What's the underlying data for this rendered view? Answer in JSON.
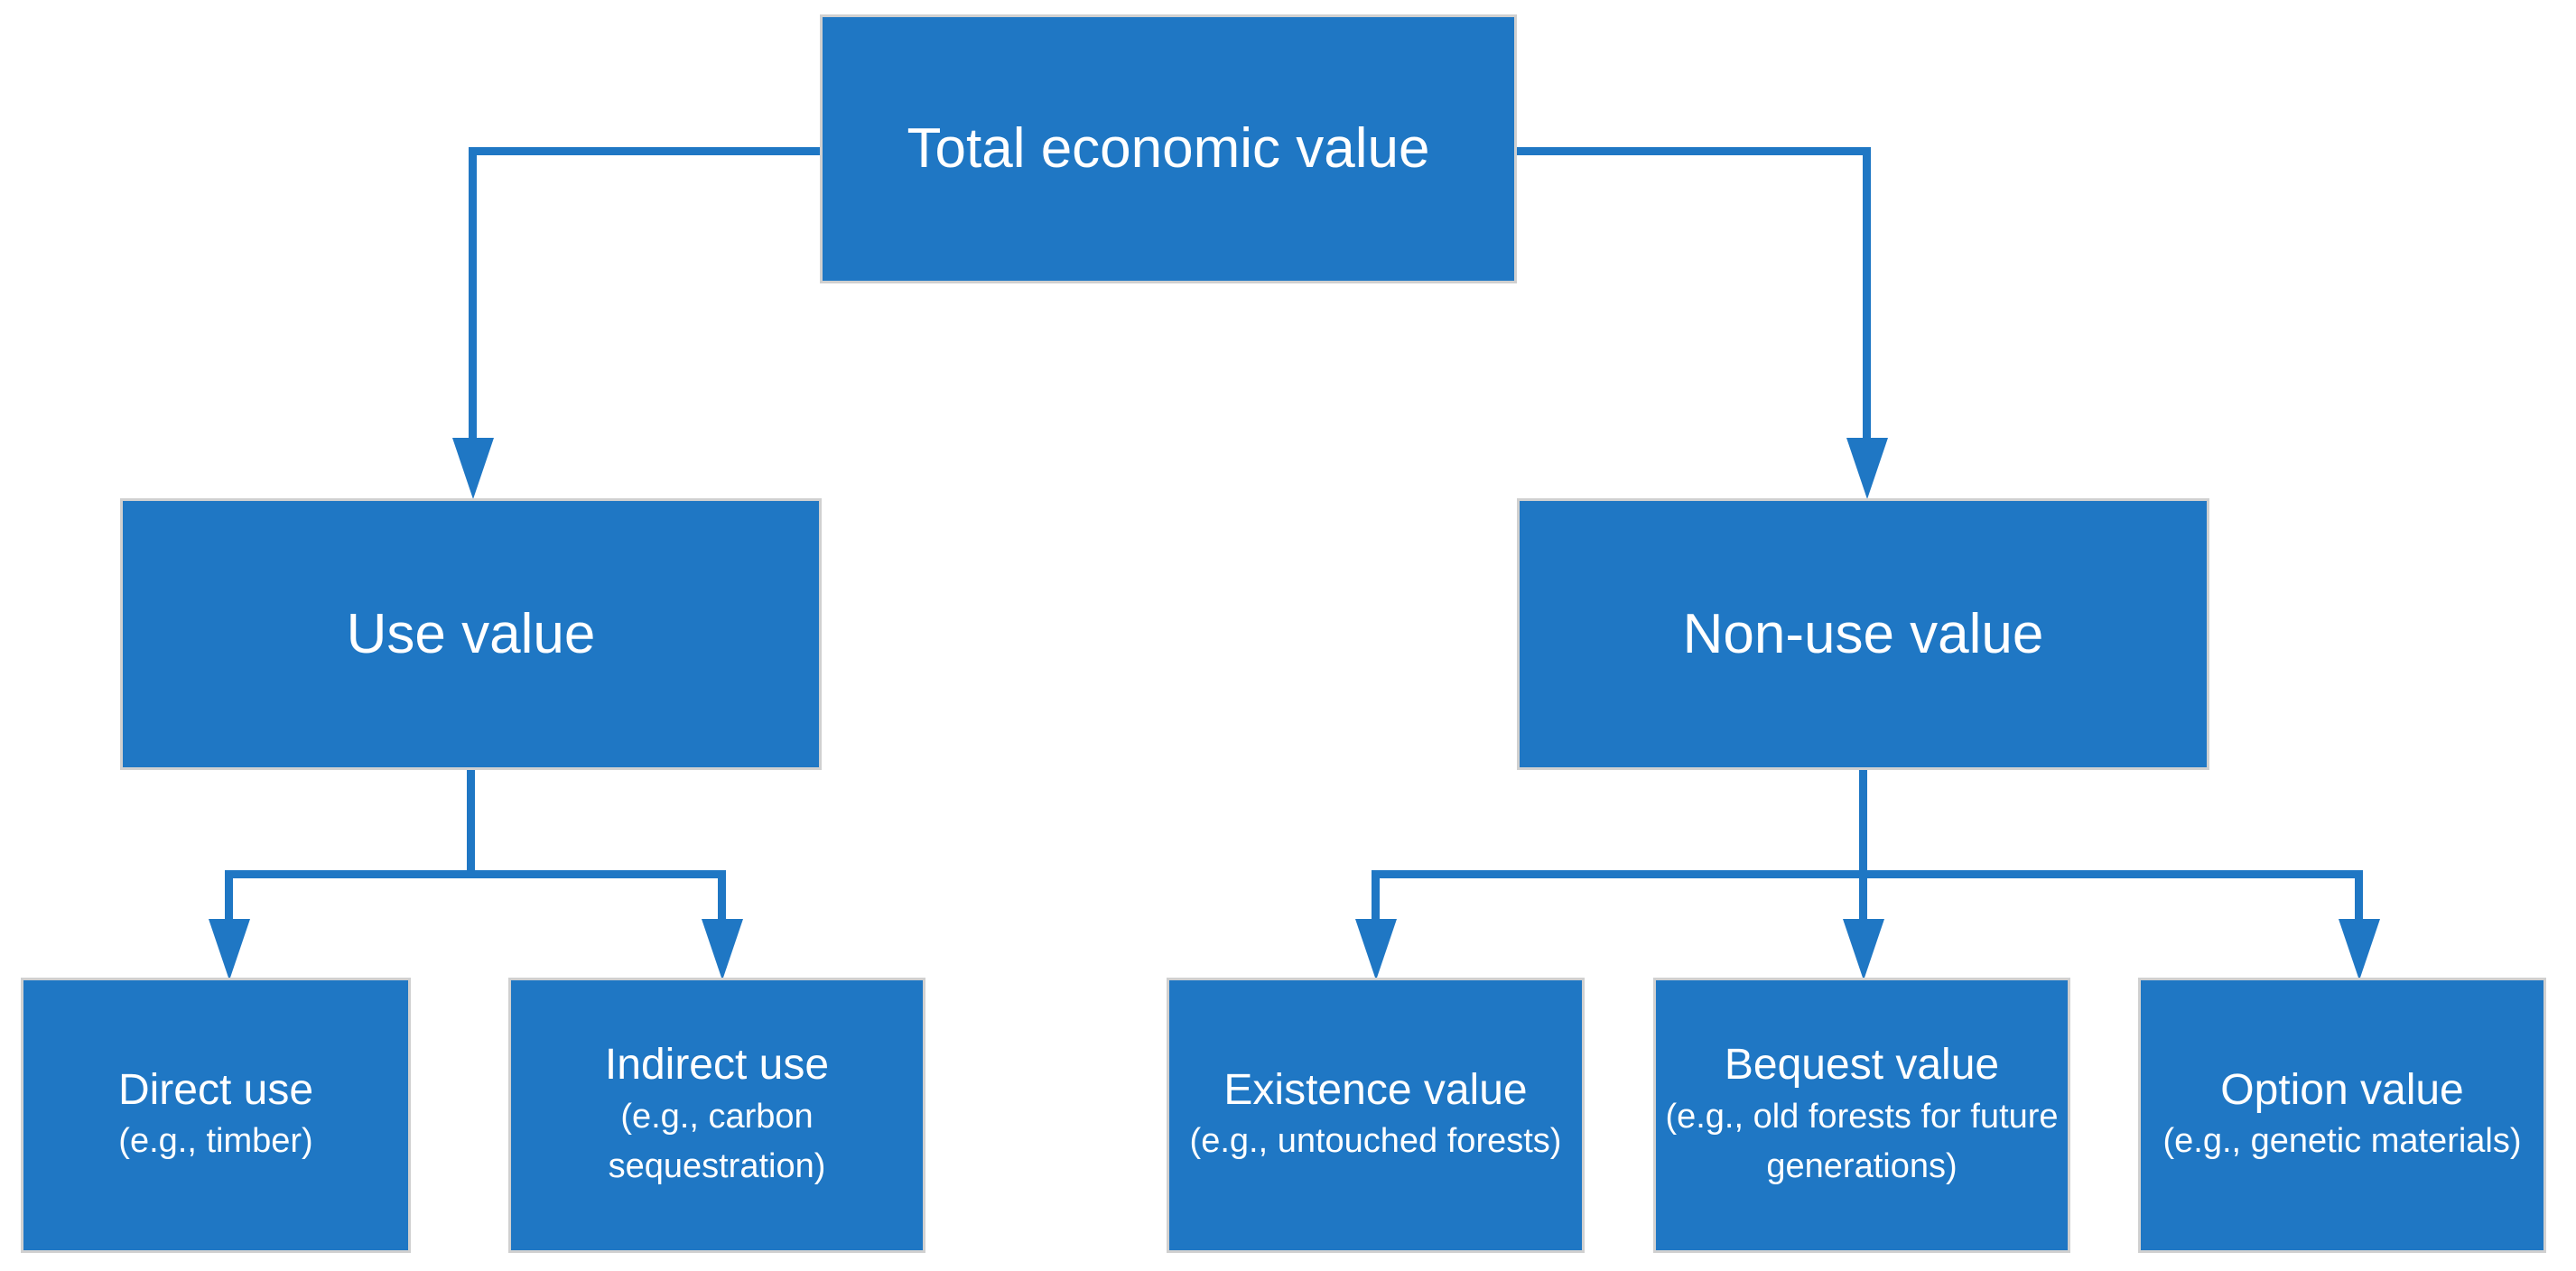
{
  "diagram": {
    "type": "hierarchy-tree",
    "title": "Total economic value",
    "accent_color": "#1F77C4",
    "border_color": "#D0D0D0",
    "text_color": "#FFFFFF",
    "background_color": "#FFFFFF"
  },
  "nodes": {
    "root": {
      "label": "Total economic value",
      "level": 1
    },
    "use_value": {
      "label": "Use value",
      "level": 2
    },
    "non_use_value": {
      "label": "Non-use value",
      "level": 2
    },
    "direct_use": {
      "label": "Direct use",
      "example": "(e.g., timber)",
      "level": 3
    },
    "indirect_use": {
      "label": "Indirect use",
      "example": "(e.g., carbon sequestration)",
      "level": 3
    },
    "existence_value": {
      "label": "Existence value",
      "example": "(e.g., untouched forests)",
      "level": 3
    },
    "bequest_value": {
      "label": "Bequest value",
      "example": "(e.g., old forests for future generations)",
      "level": 3
    },
    "option_value": {
      "label": "Option value",
      "example": "(e.g., genetic materials)",
      "level": 3
    }
  },
  "edges": [
    {
      "from": "root",
      "to": "use_value"
    },
    {
      "from": "root",
      "to": "non_use_value"
    },
    {
      "from": "use_value",
      "to": "direct_use"
    },
    {
      "from": "use_value",
      "to": "indirect_use"
    },
    {
      "from": "non_use_value",
      "to": "existence_value"
    },
    {
      "from": "non_use_value",
      "to": "bequest_value"
    },
    {
      "from": "non_use_value",
      "to": "option_value"
    }
  ]
}
